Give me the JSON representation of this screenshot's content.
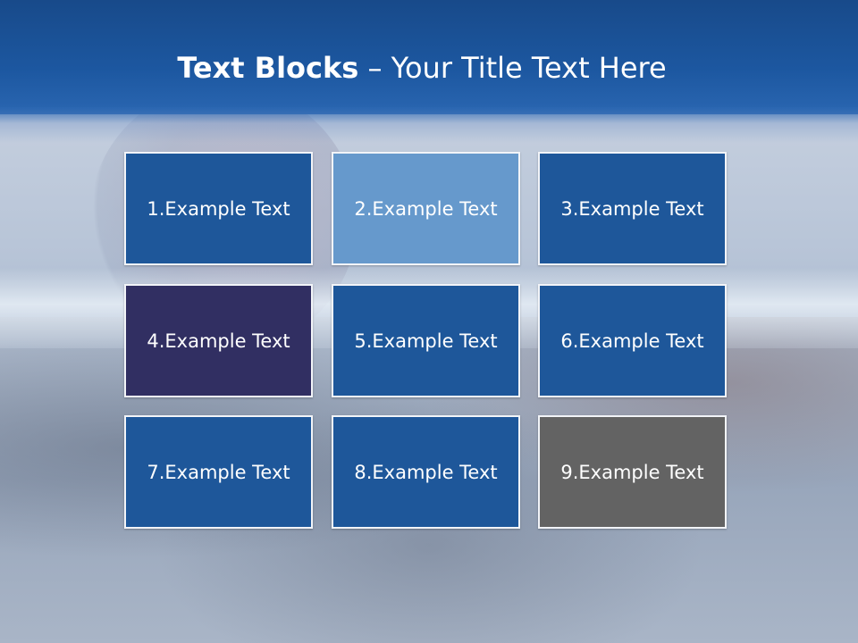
{
  "slide": {
    "title_bold": "Text Blocks",
    "title_dash": " – ",
    "title_rest": "Your Title Text Here"
  },
  "blocks": [
    {
      "label": "1.Example Text",
      "color": "#1e579a"
    },
    {
      "label": "2.Example Text",
      "color": "#6699cc"
    },
    {
      "label": "3.Example Text",
      "color": "#1e579a"
    },
    {
      "label": "4.Example Text",
      "color": "#312f62"
    },
    {
      "label": "5.Example Text",
      "color": "#1e579a"
    },
    {
      "label": "6.Example Text",
      "color": "#1e579a"
    },
    {
      "label": "7.Example Text",
      "color": "#1e579a"
    },
    {
      "label": "8.Example Text",
      "color": "#1e579a"
    },
    {
      "label": "9.Example Text",
      "color": "#636363"
    }
  ]
}
